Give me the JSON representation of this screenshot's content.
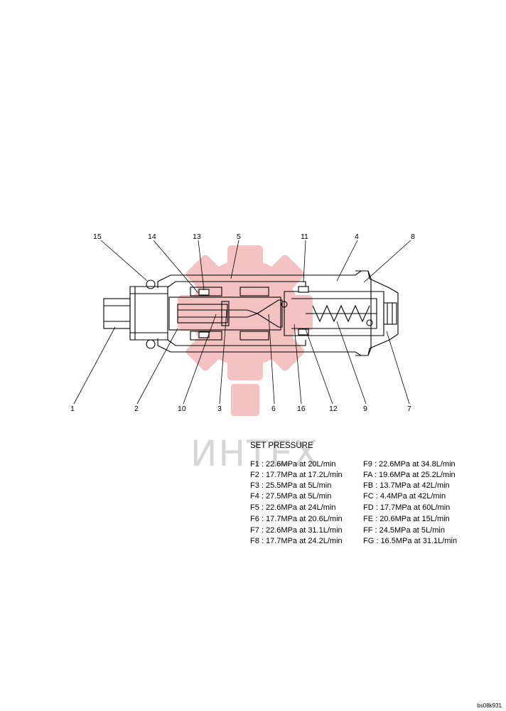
{
  "callouts": [
    {
      "id": "c15",
      "label": "15"
    },
    {
      "id": "c14",
      "label": "14"
    },
    {
      "id": "c13",
      "label": "13"
    },
    {
      "id": "c5",
      "label": "5"
    },
    {
      "id": "c11",
      "label": "11"
    },
    {
      "id": "c4",
      "label": "4"
    },
    {
      "id": "c8",
      "label": "8"
    },
    {
      "id": "c1",
      "label": "1"
    },
    {
      "id": "c2",
      "label": "2"
    },
    {
      "id": "c10",
      "label": "10"
    },
    {
      "id": "c3",
      "label": "3"
    },
    {
      "id": "c6",
      "label": "6"
    },
    {
      "id": "c16",
      "label": "16"
    },
    {
      "id": "c12",
      "label": "12"
    },
    {
      "id": "c9",
      "label": "9"
    },
    {
      "id": "c7",
      "label": "7"
    }
  ],
  "watermark": {
    "text": "ИНТЕХ",
    "gear_color": "#f4b8b8",
    "text_color": "#d6d6d6"
  },
  "set_pressure": {
    "title": "SET PRESSURE",
    "left": [
      "F1 : 22.6MPa  at  20L/min",
      "F2 : 17.7MPa  at  17.2L/min",
      "F3 : 25.5MPa  at  5L/min",
      "F4 : 27.5MPa  at  5L/min",
      "F5 : 22.6MPa  at  24L/min",
      "F6 : 17.7MPa  at  20.6L/min",
      "F7 : 22.6MPa  at  31.1L/min",
      "F8 : 17.7MPa  at  24.2L/min"
    ],
    "right": [
      "F9 : 22.6MPa  at  34.8L/min",
      "FA : 19.6MPa  at  25.2L/min",
      "FB : 13.7MPa  at  42L/min",
      "FC : 4.4MPa  at  42L/min",
      "FD : 17.7MPa  at  60L/min",
      "FE : 20.6MPa  at  15L/min",
      "FF : 24.5MPa  at  5L/min",
      "FG : 16.5MPa  at  31.1L/min"
    ]
  },
  "drawing_code": "bs08k931"
}
